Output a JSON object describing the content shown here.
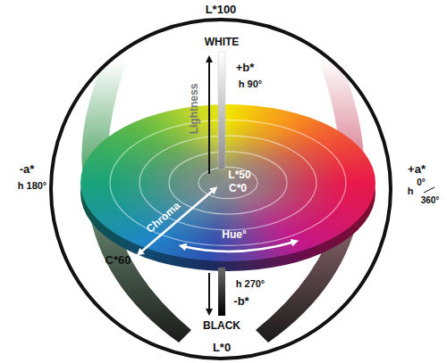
{
  "diagram": {
    "labels": [
      "L*100",
      "WHITE",
      "+b*",
      "h 90°",
      "Lightness",
      "-a*",
      "h 180°",
      "+a*",
      "h",
      "0°",
      "360°",
      "L*50",
      "C*0",
      "Chroma",
      "C*60",
      "Hue°",
      "h 270°",
      "-b*",
      "BLACK",
      "L*0"
    ]
  }
}
